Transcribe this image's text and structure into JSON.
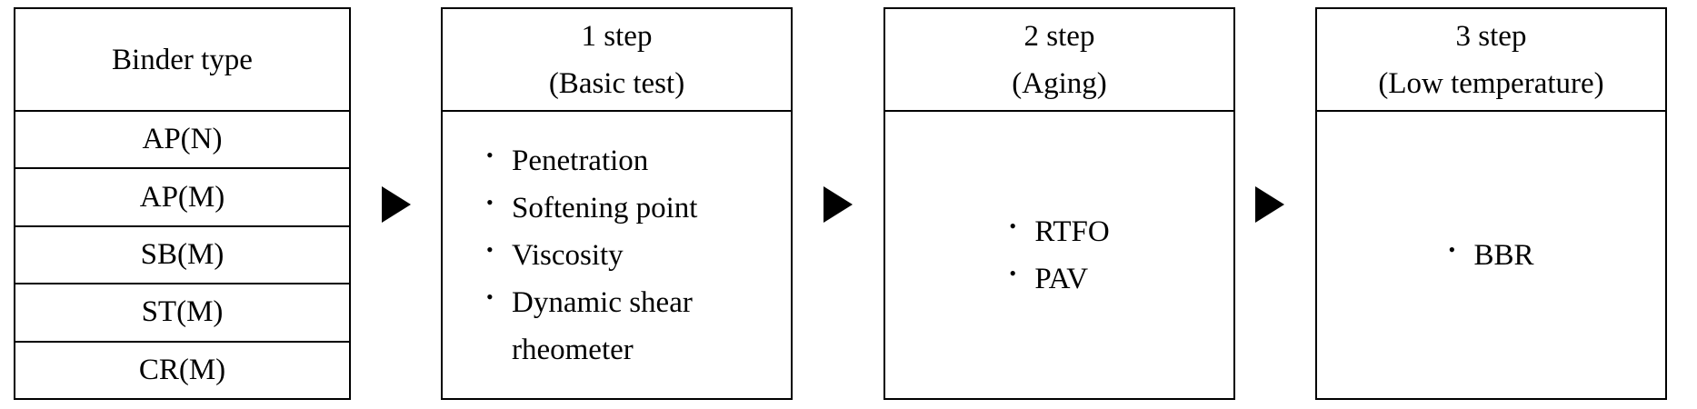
{
  "binder": {
    "header": "Binder type",
    "types": [
      "AP(N)",
      "AP(M)",
      "SB(M)",
      "ST(M)",
      "CR(M)"
    ]
  },
  "steps": [
    {
      "title": "1 step",
      "subtitle": "(Basic test)",
      "items": [
        "Penetration",
        "Softening point",
        "Viscosity",
        "Dynamic shear rheometer"
      ]
    },
    {
      "title": "2 step",
      "subtitle": "(Aging)",
      "items": [
        "RTFO",
        "PAV"
      ]
    },
    {
      "title": "3 step",
      "subtitle": "(Low temperature)",
      "items": [
        "BBR"
      ]
    }
  ],
  "bullet_glyph": "•",
  "arrow_glyph": "right-triangle-arrow"
}
